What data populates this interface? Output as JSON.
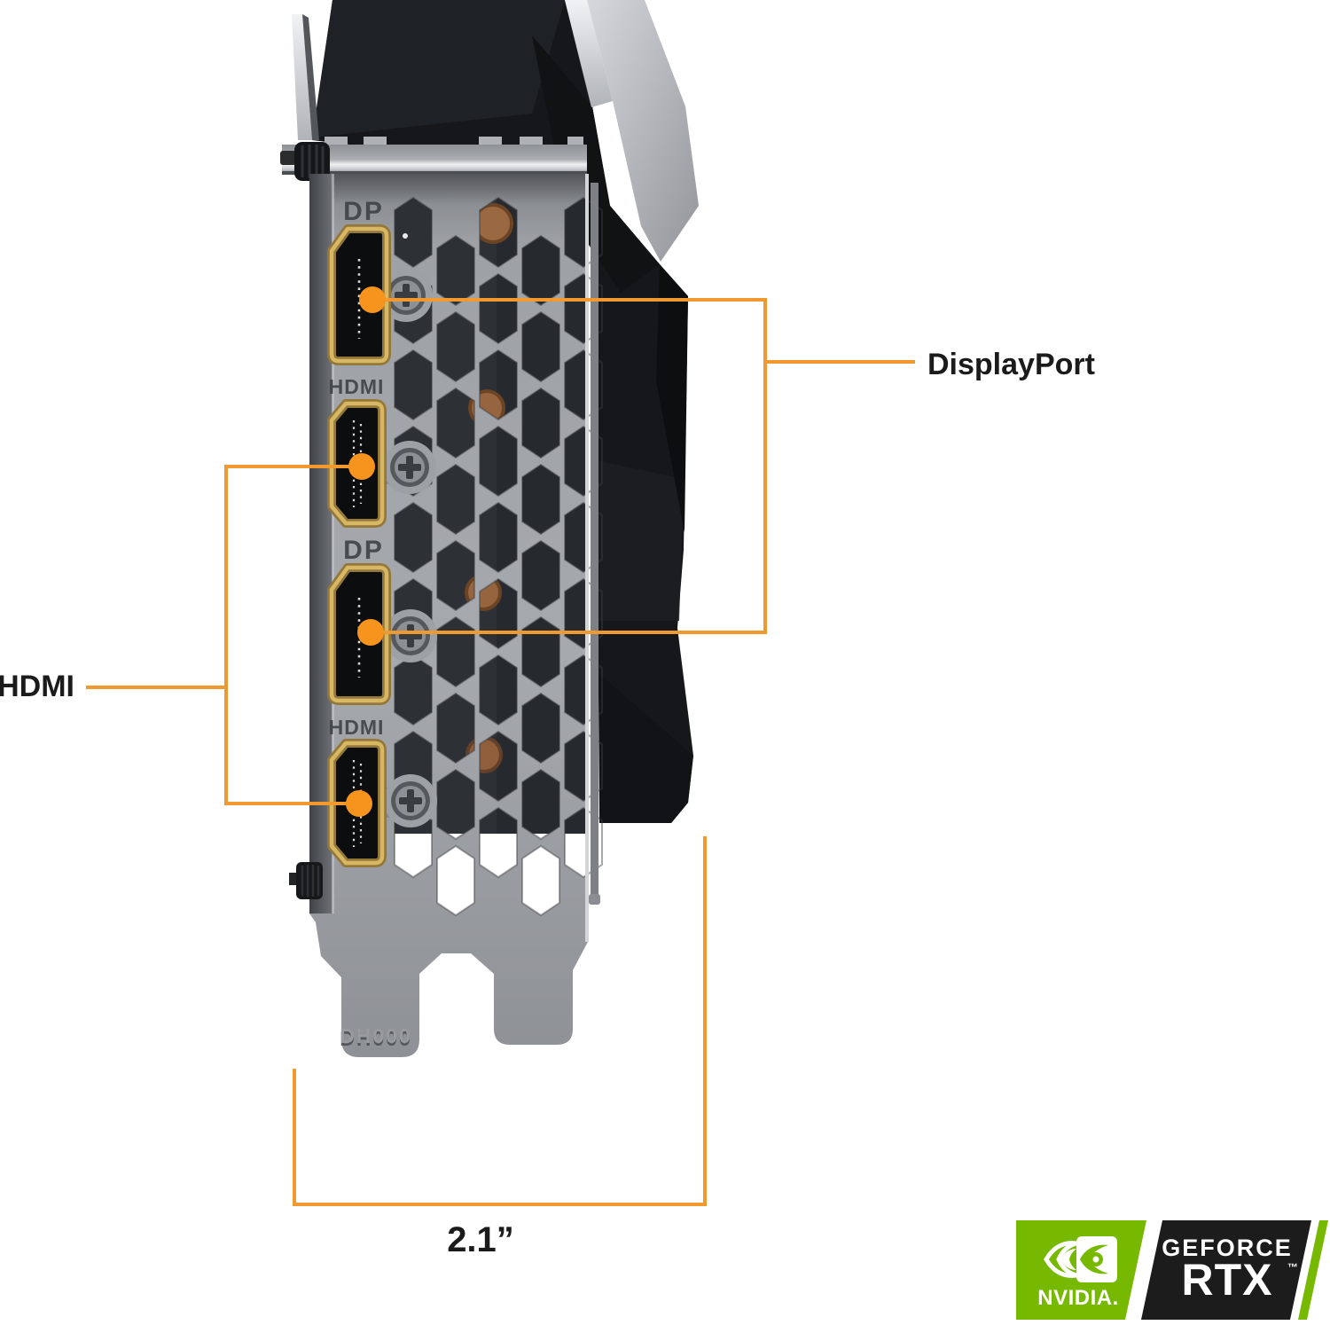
{
  "image": {
    "type": "annotated-product-diagram",
    "subject": "graphics-card rear I/O bracket with port callouts"
  },
  "card": {
    "port_labels": [
      "DP",
      "HDMI",
      "DP",
      "HDMI"
    ],
    "bracket_stamp": "DH000"
  },
  "annotations": {
    "displayport_label": "DisplayPort",
    "hdmi_label": "HDMI",
    "width_label": "2.1”"
  },
  "badge": {
    "brand": "NVIDIA.",
    "series": "GEFORCE",
    "model": "RTX",
    "trademark": "™"
  },
  "colors": {
    "nvidia_green": "#76b900",
    "badge_black": "#1c1c1c",
    "callout_line_orange": "#f0992e",
    "callout_dot_orange": "#f7941e",
    "label_text": "#1b1b1b",
    "port_gold": "#caa851",
    "bracket_grey": "#9b9ea3"
  }
}
